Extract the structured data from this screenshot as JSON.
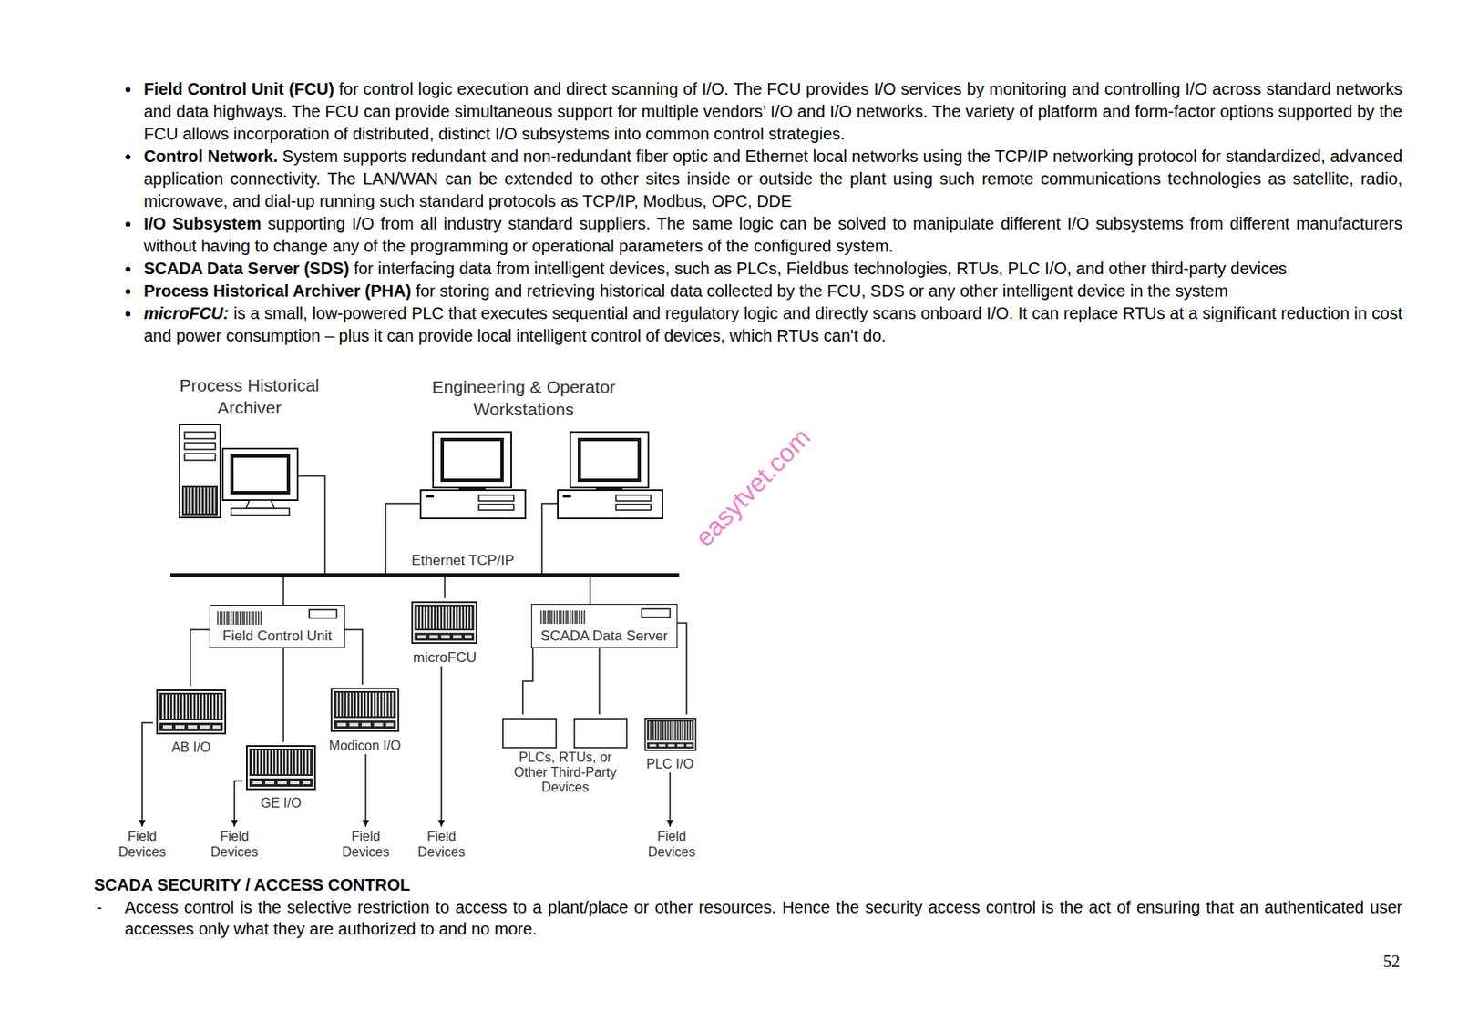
{
  "diagram": {
    "nodes": [
      {
        "text": [
          "Process Historical Archiver"
        ]
      },
      {
        "text": [
          "Engineering & Operator Workstations"
        ]
      },
      {
        "text": [
          "Ethernet TCP/IP"
        ]
      },
      {
        "text": [
          "Field Control Unit"
        ]
      },
      {
        "text": [
          "microFCU"
        ]
      },
      {
        "text": [
          "SCADA Data Server"
        ]
      },
      {
        "text": [
          "AB I/O"
        ]
      },
      {
        "text": [
          "Modicon I/O"
        ]
      },
      {
        "text": [
          "PLCs, RTUs, or Other Third-Party Devices"
        ]
      },
      {
        "text": [
          "PLC I/O"
        ]
      },
      {
        "text": [
          "GE I/O"
        ]
      },
      {
        "text": [
          "Field Devices"
        ]
      },
      {
        "text": [
          "Field Devices"
        ]
      },
      {
        "text": [
          "Field Devices"
        ]
      },
      {
        "text": [
          "Field Devices"
        ]
      },
      {
        "text": [
          "Field Devices"
        ]
      }
    ],
    "edges": [
      {
        "from": 0,
        "to": 2,
        "arrow": "none"
      },
      {
        "from": 1,
        "to": 2,
        "arrow": "none"
      },
      {
        "from": 1,
        "to": 2,
        "arrow": "none"
      },
      {
        "from": 2,
        "to": 3,
        "arrow": "none"
      },
      {
        "from": 2,
        "to": 4,
        "arrow": "none"
      },
      {
        "from": 2,
        "to": 5,
        "arrow": "none"
      },
      {
        "from": 3,
        "to": 6,
        "arrow": "none"
      },
      {
        "from": 3,
        "to": 10,
        "arrow": "none"
      },
      {
        "from": 3,
        "to": 7,
        "arrow": "none"
      },
      {
        "from": 5,
        "to": 8,
        "arrow": "none"
      },
      {
        "from": 5,
        "to": 8,
        "arrow": "none"
      },
      {
        "from": 5,
        "to": 9,
        "arrow": "none"
      },
      {
        "from": 6,
        "to": 11,
        "arrow": "to"
      },
      {
        "from": 10,
        "to": 12,
        "arrow": "to"
      },
      {
        "from": 7,
        "to": 13,
        "arrow": "to"
      },
      {
        "from": 4,
        "to": 14,
        "arrow": "to"
      },
      {
        "from": 9,
        "to": 15,
        "arrow": "to"
      }
    ],
    "labels": [
      "Field Control Unit (FCU)",
      "for control logic execution and direct scanning of I/O. The FCU provides I/O services by monitoring and controlling I/O across standard networks and data highways. The FCU can provide simultaneous support for multiple vendors’ I/O and I/O networks. The variety of platform and form-factor options supported by the FCU allows incorporation of distributed, distinct I/O subsystems into common control strategies.",
      "Control Network.",
      "System supports redundant and non-redundant fiber optic and Ethernet local networks using the TCP/IP networking protocol for standardized, advanced application connectivity. The LAN/WAN can be extended to other sites inside or outside the plant using such remote communications technologies as satellite, radio, microwave, and dial-up running such standard protocols as TCP/IP, Modbus, OPC, DDE",
      "I/O Subsystem",
      "supporting I/O from all industry standard suppliers. The same logic can be solved to manipulate different I/O subsystems from different manufacturers without having to change any of the programming or operational parameters of the configured system.",
      "SCADA Data Server (SDS)",
      "for interfacing data from intelligent devices, such as PLCs, Fieldbus technologies, RTUs, PLC I/O, and other third-party devices",
      "Process Historical Archiver (PHA)",
      "for storing and retrieving historical data collected by the FCU, SDS or any other intelligent device in the system",
      "microFCU:",
      "is a small, low-powered PLC that executes sequential and regulatory logic and directly scans onboard I/O. It can replace RTUs at a significant reduction in cost and power consumption – plus it can provide local intelligent control of devices, which RTUs can't do.",
      "SCADA SECURITY / ACCESS CONTROL",
      "-",
      "Access control is the selective restriction to access to a plant/place or other resources. Hence the security access control is the act of ensuring that an authenticated user accesses only what they are authorized to and no more.",
      "52",
      "easytvet.com"
    ]
  }
}
